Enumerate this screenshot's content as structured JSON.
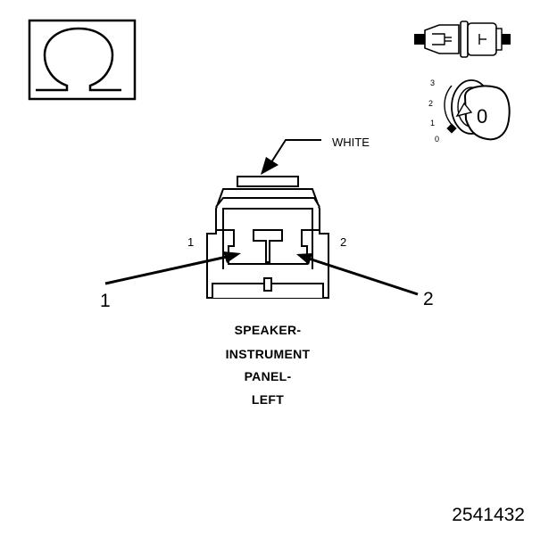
{
  "diagram": {
    "wire_color_label": "WHITE",
    "terminal_small_1": "1",
    "terminal_small_2": "2",
    "callout_1": "1",
    "callout_2": "2",
    "caption_lines": [
      "SPEAKER-",
      "INSTRUMENT",
      "PANEL-",
      "LEFT"
    ],
    "ignition_positions": [
      "3",
      "2",
      "1",
      "0"
    ],
    "key_label": "0",
    "figure_number": "2541432",
    "icons": [
      "ohm-symbol-icon",
      "connector-plug-icon",
      "ignition-key-icon"
    ]
  }
}
